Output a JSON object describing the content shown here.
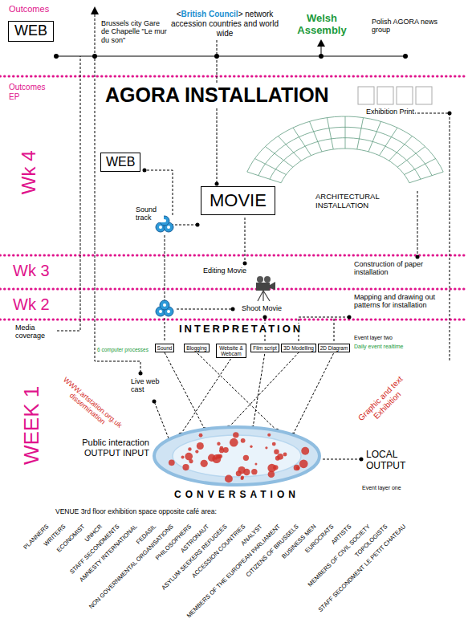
{
  "diagram": {
    "nodes": [
      {
        "text": [
          "WEB"
        ]
      },
      {
        "text": [
          "WEB"
        ]
      },
      {
        "text": [
          "MOVIE"
        ]
      },
      {
        "text": [
          "Sound"
        ]
      },
      {
        "text": [
          "Blogging"
        ]
      },
      {
        "text": [
          "Website & Webcam"
        ]
      },
      {
        "text": [
          "Film script"
        ]
      },
      {
        "text": [
          "3D Modelling"
        ]
      },
      {
        "text": [
          "2D Diagram"
        ]
      },
      {
        "text": [
          "CONVERSATION"
        ]
      }
    ],
    "edges": [
      {
        "from": 9,
        "to": 3,
        "arrow": "none"
      },
      {
        "from": 9,
        "to": 4,
        "arrow": "none"
      },
      {
        "from": 9,
        "to": 5,
        "arrow": "none"
      },
      {
        "from": 9,
        "to": 6,
        "arrow": "none"
      },
      {
        "from": 9,
        "to": 7,
        "arrow": "none"
      },
      {
        "from": 9,
        "to": 8,
        "arrow": "none"
      }
    ],
    "labels": [
      "Outcomes",
      "Brussels city Gare de Chapelle \"Le mur du son\"",
      "<",
      "British Council",
      "> network accession countries and world wide",
      "Welsh Assembly",
      "Polish AGORA news group",
      "Outcomes EP",
      "AGORA INSTALLATION",
      "Exhibition Print",
      "Wk 4",
      "Sound track",
      "ARCHITECTURAL INSTALLATION",
      "Wk 3",
      "Editing Movie",
      "Construction of paper installation",
      "Wk 2",
      "Shoot Movie",
      "Mapping and drawing out patterns for installation",
      "Media coverage",
      "INTERPRETATION",
      "6 computer processes",
      "Event layer two",
      "Daily event realtime",
      "WEEK 1",
      "WWW.artstation.org.uk dissemination",
      "Live web cast",
      "Graphic and text Exhibition",
      "Public interaction OUTPUT INPUT",
      "LOCAL OUTPUT",
      "Event layer one",
      "VENUE 3rd floor exhibition space opposite café area:",
      "PLANNERS",
      "WRITERS",
      "ECONOMIST",
      "UNHCR",
      "STAFF SECONDMENTS",
      "AMNESTY INTERNATIONAL",
      "FEDASIL",
      "NON GOVERNMENTAL ORGANISATIONS",
      "PHILOSOPHERS",
      "ASTRONAUT",
      "ASYLUM SEEKERS REFUGEES",
      "ACCESSION COUNTRIES",
      "ANALYST",
      "MEMBERS OF THE EUROPEAN PARLIAMENT",
      "CITIZENS OF BRUSSELS",
      "BUSINESS MEN",
      "EUROCRATS",
      "ARTISTS",
      "MEMBERS OF CIVIL SOCIETY",
      "TOPOLOGISTS",
      "STAFF SECONDMENT LE PETIT CHATEAU"
    ]
  }
}
